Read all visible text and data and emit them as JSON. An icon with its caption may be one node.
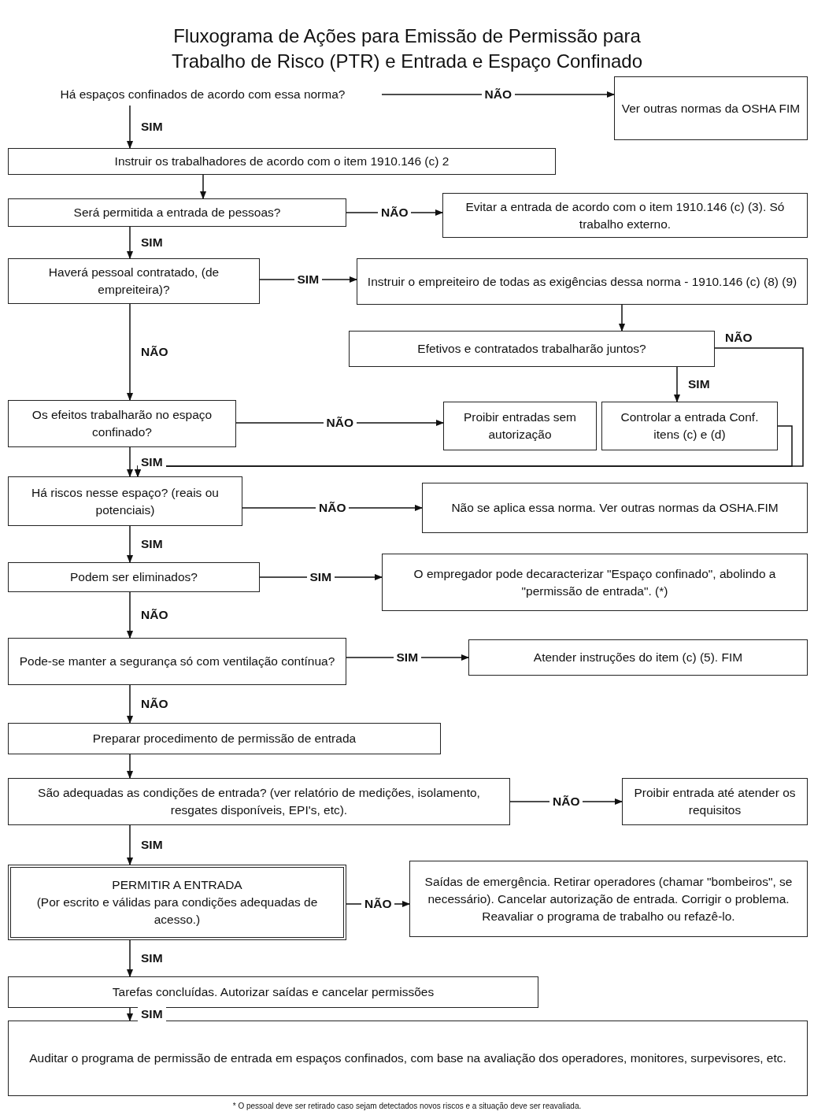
{
  "diagram": {
    "title": "Fluxograma de Ações para Emissão de Permissão para Trabalho de Risco (PTR) e Entrada e Espaço Confinado",
    "caption": "* O pessoal deve ser retirado caso sejam detectados novos riscos e a situação deve ser reavaliada.",
    "nodes": [
      {
        "text": [
          "Há espaços confinados de acordo com essa norma?"
        ]
      },
      {
        "text": [
          "Ver outras normas da OSHA FIM"
        ]
      },
      {
        "text": [
          "Instruir os trabalhadores de acordo com o item 1910.146 (c) 2"
        ]
      },
      {
        "text": [
          "Será permitida a entrada de pessoas?"
        ]
      },
      {
        "text": [
          "Evitar a entrada de acordo com o item 1910.146 (c) (3). Só trabalho externo."
        ]
      },
      {
        "text": [
          "Haverá pessoal contratado, (de empreiteira)?"
        ]
      },
      {
        "text": [
          "Instruir o empreiteiro de todas as exigências dessa norma - 1910.146 (c) (8) (9)"
        ]
      },
      {
        "text": [
          "Efetivos e contratados trabalharão juntos?"
        ]
      },
      {
        "text": [
          "Os efeitos trabalharão no espaço confinado?"
        ]
      },
      {
        "text": [
          "Proibir entradas sem autorização"
        ]
      },
      {
        "text": [
          "Controlar a entrada Conf. itens (c) e (d)"
        ]
      },
      {
        "text": [
          "Há riscos nesse espaço? (reais ou potenciais)"
        ]
      },
      {
        "text": [
          "Não se aplica essa norma. Ver outras normas da OSHA.FIM"
        ]
      },
      {
        "text": [
          "Podem ser eliminados?"
        ]
      },
      {
        "text": [
          "O empregador pode decaracterizar \"Espaço confinado\", abolindo a \"permissão de entrada\". (*)"
        ]
      },
      {
        "text": [
          "Pode-se manter a segurança só com ventilação contínua?"
        ]
      },
      {
        "text": [
          "Atender instruções do item (c) (5). FIM"
        ]
      },
      {
        "text": [
          "Preparar procedimento de permissão de entrada"
        ]
      },
      {
        "text": [
          "São adequadas as condições de entrada? (ver relatório de medições, isolamento, resgates disponíveis, EPI's, etc)."
        ]
      },
      {
        "text": [
          "Proibir entrada até atender os requisitos"
        ]
      },
      {
        "text": [
          "PERMITIR A ENTRADA",
          "(Por escrito e válidas para condições adequadas de acesso.)"
        ]
      },
      {
        "text": [
          "Saídas de emergência. Retirar operadores (chamar \"bombeiros\", se necessário). Cancelar autorização de entrada. Corrigir o problema. Reavaliar o programa de trabalho ou refazê-lo."
        ]
      },
      {
        "text": [
          "Tarefas concluídas. Autorizar saídas e cancelar permissões"
        ]
      },
      {
        "text": [
          "Auditar o programa de permissão de entrada em espaços confinados, com base na avaliação dos operadores, monitores, surpevisores, etc."
        ]
      }
    ],
    "edges": [
      {
        "from": 0,
        "to": 1,
        "arrow": "to",
        "label": "NÃO"
      },
      {
        "from": 0,
        "to": 2,
        "arrow": "to",
        "label": "SIM"
      },
      {
        "from": 2,
        "to": 3,
        "arrow": "to"
      },
      {
        "from": 3,
        "to": 4,
        "arrow": "to",
        "label": "NÃO"
      },
      {
        "from": 3,
        "to": 5,
        "arrow": "to",
        "label": "SIM"
      },
      {
        "from": 5,
        "to": 6,
        "arrow": "to",
        "label": "SIM"
      },
      {
        "from": 6,
        "to": 7,
        "arrow": "to"
      },
      {
        "from": 5,
        "to": 8,
        "arrow": "to",
        "label": "NÃO"
      },
      {
        "from": 7,
        "to": 10,
        "arrow": "to",
        "label": "SIM"
      },
      {
        "from": 7,
        "to": 11,
        "arrow": "to",
        "label": "NÃO"
      },
      {
        "from": 10,
        "to": 11,
        "arrow": "to"
      },
      {
        "from": 8,
        "to": 9,
        "arrow": "to",
        "label": "NÃO"
      },
      {
        "from": 8,
        "to": 11,
        "arrow": "to",
        "label": "SIM"
      },
      {
        "from": 11,
        "to": 12,
        "arrow": "to",
        "label": "NÃO"
      },
      {
        "from": 11,
        "to": 13,
        "arrow": "to",
        "label": "SIM"
      },
      {
        "from": 13,
        "to": 14,
        "arrow": "to",
        "label": "SIM"
      },
      {
        "from": 13,
        "to": 15,
        "arrow": "to",
        "label": "NÃO"
      },
      {
        "from": 15,
        "to": 16,
        "arrow": "to",
        "label": "SIM"
      },
      {
        "from": 15,
        "to": 17,
        "arrow": "to",
        "label": "NÃO"
      },
      {
        "from": 17,
        "to": 18,
        "arrow": "to"
      },
      {
        "from": 18,
        "to": 19,
        "arrow": "to",
        "label": "NÃO"
      },
      {
        "from": 18,
        "to": 20,
        "arrow": "to",
        "label": "SIM"
      },
      {
        "from": 20,
        "to": 21,
        "arrow": "to",
        "label": "NÃO"
      },
      {
        "from": 20,
        "to": 22,
        "arrow": "to",
        "label": "SIM"
      },
      {
        "from": 22,
        "to": 23,
        "arrow": "to",
        "label": "SIM"
      }
    ]
  }
}
